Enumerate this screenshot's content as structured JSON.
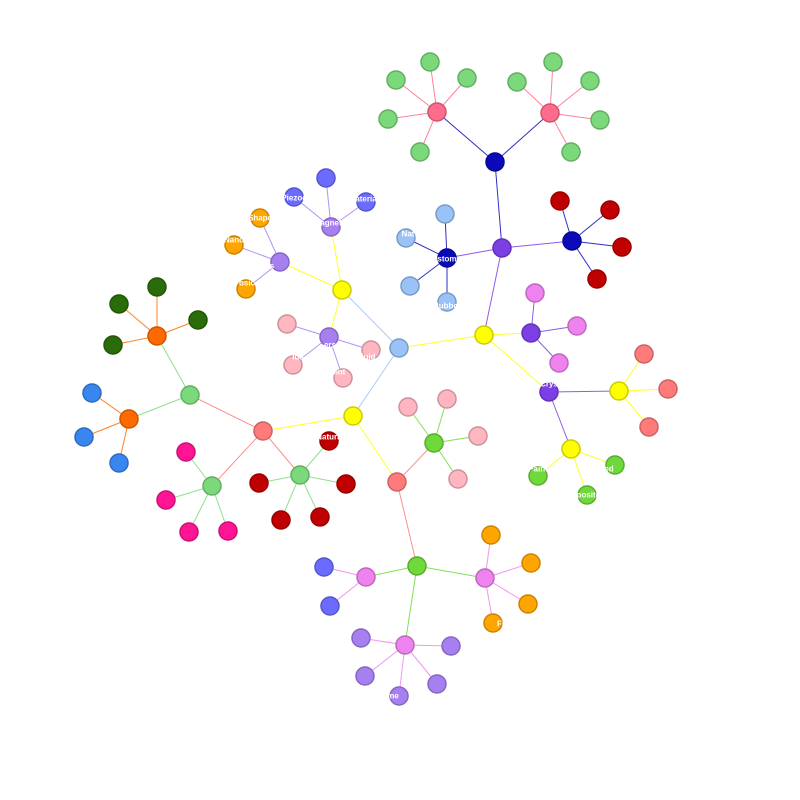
{
  "graph": {
    "type": "network",
    "labels": {
      "n_top_left_purple": "Piezoe",
      "n_top_right_blue": "Materials",
      "n_center_purple_top": "Magnetic",
      "n_shape": "Shape",
      "n_nano": "Nano",
      "n_osic": "osic",
      "n_is": "s",
      "n_naturalLeft": "Nat",
      "n_elastomer_center": "Elastomers",
      "n_rubber": "Rubber",
      "n_ers": "ers",
      "n_fluid": "Fluid",
      "n_ids": "ids",
      "n_red_natural": "Natural",
      "n_crys": "Crys",
      "n_pain": "Paint",
      "n_ed": "ed",
      "n_mp_siles": "mposites",
      "n_fr": "Fr",
      "n_me": "me",
      "n_stent": "tent"
    },
    "colors": {
      "red": "#e74c3c",
      "green_light": "#7bd97b",
      "pink": "#ff6b8a",
      "navy": "#0a0ab8",
      "purple": "#7b3fe4",
      "yellow": "#ffff00",
      "orange": "#ff6a00",
      "dark_green": "#2a6b0a",
      "blue": "#3a86f0",
      "magenta": "#ff1493",
      "dark_red": "#c00000",
      "light_blue": "#99c2f7",
      "lavender": "#a67ff0",
      "violet": "#ee82ee",
      "amber": "#ffa500",
      "periwinkle": "#6b6bff",
      "pale_pink": "#ffb6c1",
      "coral": "#ff7b7b",
      "lime": "#6fd83a"
    },
    "nodes": [
      {
        "id": "hub_navy_top",
        "color": "navy"
      },
      {
        "id": "pink_l",
        "color": "pink"
      },
      {
        "id": "pink_r",
        "color": "pink"
      },
      {
        "id": "g1",
        "color": "green_light"
      },
      {
        "id": "g2",
        "color": "green_light"
      },
      {
        "id": "g3",
        "color": "green_light"
      },
      {
        "id": "g4",
        "color": "green_light"
      },
      {
        "id": "g5",
        "color": "green_light"
      },
      {
        "id": "g6",
        "color": "green_light"
      },
      {
        "id": "g7",
        "color": "green_light"
      },
      {
        "id": "g8",
        "color": "green_light"
      },
      {
        "id": "g9",
        "color": "green_light"
      },
      {
        "id": "g10",
        "color": "green_light"
      },
      {
        "id": "purple_mid",
        "color": "purple"
      },
      {
        "id": "navy_r",
        "color": "navy"
      },
      {
        "id": "dr1",
        "color": "dark_red"
      },
      {
        "id": "dr2",
        "color": "dark_red"
      },
      {
        "id": "dr3",
        "color": "dark_red"
      },
      {
        "id": "dr4",
        "color": "dark_red"
      },
      {
        "id": "navy_l",
        "color": "navy"
      },
      {
        "id": "lb1",
        "color": "light_blue"
      },
      {
        "id": "lb2",
        "color": "light_blue"
      },
      {
        "id": "lb3",
        "color": "light_blue"
      },
      {
        "id": "lb4",
        "color": "light_blue"
      },
      {
        "id": "yellow_r",
        "color": "yellow"
      },
      {
        "id": "lightblue_center",
        "color": "light_blue"
      },
      {
        "id": "purple_r2",
        "color": "purple"
      },
      {
        "id": "v1",
        "color": "violet"
      },
      {
        "id": "v2",
        "color": "violet"
      },
      {
        "id": "v3",
        "color": "violet"
      },
      {
        "id": "purple_crys",
        "color": "purple"
      },
      {
        "id": "yellow_rr",
        "color": "yellow"
      },
      {
        "id": "c1",
        "color": "coral"
      },
      {
        "id": "c2",
        "color": "coral"
      },
      {
        "id": "c3",
        "color": "coral"
      },
      {
        "id": "yellow_low",
        "color": "yellow"
      },
      {
        "id": "lm1",
        "color": "lime"
      },
      {
        "id": "lm2",
        "color": "lime"
      },
      {
        "id": "lm3",
        "color": "lime"
      },
      {
        "id": "yellow_tl",
        "color": "yellow"
      },
      {
        "id": "lav_tl",
        "color": "lavender"
      },
      {
        "id": "am1",
        "color": "amber"
      },
      {
        "id": "am2",
        "color": "amber"
      },
      {
        "id": "am3",
        "color": "amber"
      },
      {
        "id": "lav_top",
        "color": "lavender"
      },
      {
        "id": "pw1",
        "color": "periwinkle"
      },
      {
        "id": "pw2",
        "color": "periwinkle"
      },
      {
        "id": "pw3",
        "color": "periwinkle"
      },
      {
        "id": "lav_mid",
        "color": "lavender"
      },
      {
        "id": "pp1",
        "color": "pale_pink"
      },
      {
        "id": "pp2",
        "color": "pale_pink"
      },
      {
        "id": "pp3",
        "color": "pale_pink"
      },
      {
        "id": "pp4",
        "color": "pale_pink"
      },
      {
        "id": "yellow_c",
        "color": "yellow"
      },
      {
        "id": "coral_l",
        "color": "coral"
      },
      {
        "id": "green_pale_l",
        "color": "green_light"
      },
      {
        "id": "orange_a",
        "color": "orange"
      },
      {
        "id": "dg1",
        "color": "dark_green"
      },
      {
        "id": "dg2",
        "color": "dark_green"
      },
      {
        "id": "dg3",
        "color": "dark_green"
      },
      {
        "id": "dg4",
        "color": "dark_green"
      },
      {
        "id": "orange_b",
        "color": "orange"
      },
      {
        "id": "bl1",
        "color": "blue"
      },
      {
        "id": "bl2",
        "color": "blue"
      },
      {
        "id": "bl3",
        "color": "blue"
      },
      {
        "id": "green_pale_b",
        "color": "green_light"
      },
      {
        "id": "mg1",
        "color": "magenta"
      },
      {
        "id": "mg2",
        "color": "magenta"
      },
      {
        "id": "mg3",
        "color": "magenta"
      },
      {
        "id": "mg4",
        "color": "magenta"
      },
      {
        "id": "green_pale_c",
        "color": "green_light"
      },
      {
        "id": "rd1",
        "color": "dark_red"
      },
      {
        "id": "rd2",
        "color": "dark_red"
      },
      {
        "id": "rd3",
        "color": "dark_red"
      },
      {
        "id": "rd4",
        "color": "dark_red"
      },
      {
        "id": "rd5",
        "color": "dark_red"
      },
      {
        "id": "coral_c",
        "color": "coral"
      },
      {
        "id": "lime_c",
        "color": "lime"
      },
      {
        "id": "ppk1",
        "color": "pale_pink"
      },
      {
        "id": "ppk2",
        "color": "pale_pink"
      },
      {
        "id": "ppk3",
        "color": "pale_pink"
      },
      {
        "id": "ppk4",
        "color": "pale_pink"
      },
      {
        "id": "lime_bottom",
        "color": "lime"
      },
      {
        "id": "violet_l",
        "color": "violet"
      },
      {
        "id": "pwb1",
        "color": "periwinkle"
      },
      {
        "id": "pwb2",
        "color": "periwinkle"
      },
      {
        "id": "violet_r",
        "color": "violet"
      },
      {
        "id": "amb1",
        "color": "amber"
      },
      {
        "id": "amb2",
        "color": "amber"
      },
      {
        "id": "amb3",
        "color": "amber"
      },
      {
        "id": "amb4",
        "color": "amber"
      },
      {
        "id": "violet_b",
        "color": "violet"
      },
      {
        "id": "lvb1",
        "color": "lavender"
      },
      {
        "id": "lvb2",
        "color": "lavender"
      },
      {
        "id": "lvb3",
        "color": "lavender"
      },
      {
        "id": "lvb4",
        "color": "lavender"
      }
    ]
  }
}
